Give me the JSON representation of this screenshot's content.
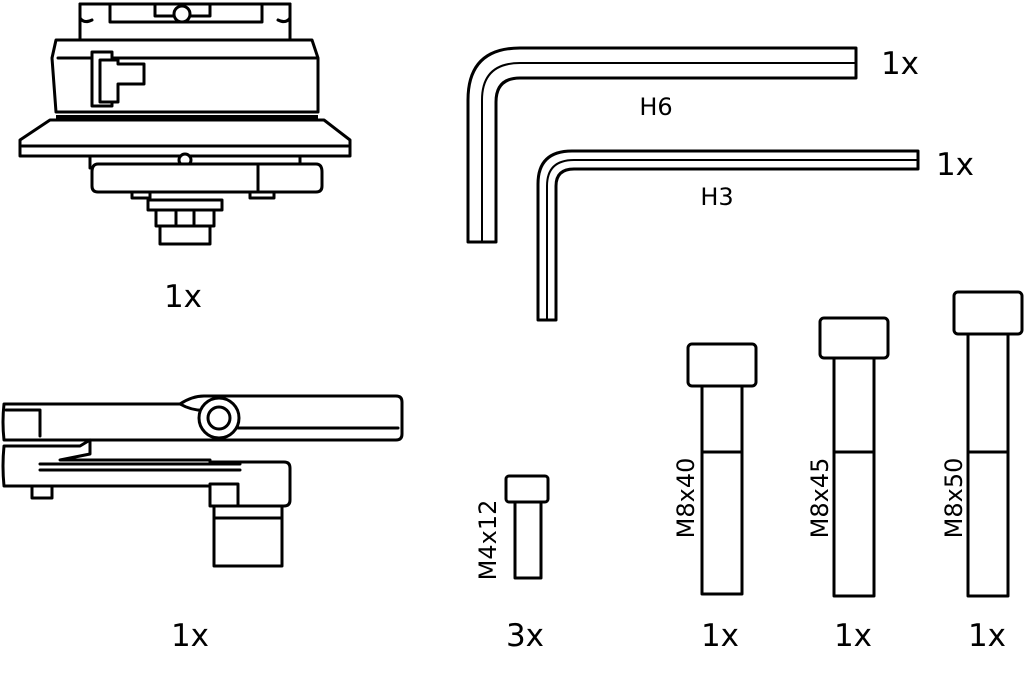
{
  "items": {
    "quick_release_mount": {
      "quantity": "1x"
    },
    "hex_key_h6": {
      "size_label": "H6",
      "quantity": "1x"
    },
    "hex_key_h3": {
      "size_label": "H3",
      "quantity": "1x"
    },
    "clamp_lever": {
      "quantity": "1x"
    },
    "bolt_m4x12": {
      "size_label": "M4x12",
      "quantity": "3x"
    },
    "bolt_m8x40": {
      "size_label": "M8x40",
      "quantity": "1x"
    },
    "bolt_m8x45": {
      "size_label": "M8x45",
      "quantity": "1x"
    },
    "bolt_m8x50": {
      "size_label": "M8x50",
      "quantity": "1x"
    }
  }
}
